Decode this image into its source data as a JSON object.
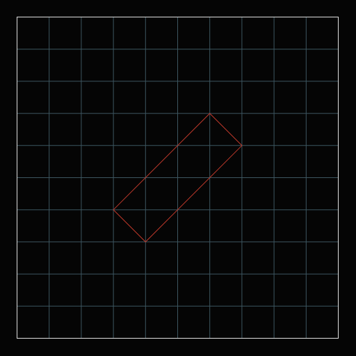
{
  "colors": {
    "background": "#050505",
    "grid": "#3d5660",
    "border": "#e0e0e0",
    "shape": "#c0392b"
  },
  "grid": {
    "columns": 10,
    "rows": 10
  },
  "shape": {
    "type": "rotated-rectangle",
    "vertices": [
      [
        6,
        3
      ],
      [
        7,
        4
      ],
      [
        4,
        7
      ],
      [
        3,
        6
      ]
    ]
  }
}
